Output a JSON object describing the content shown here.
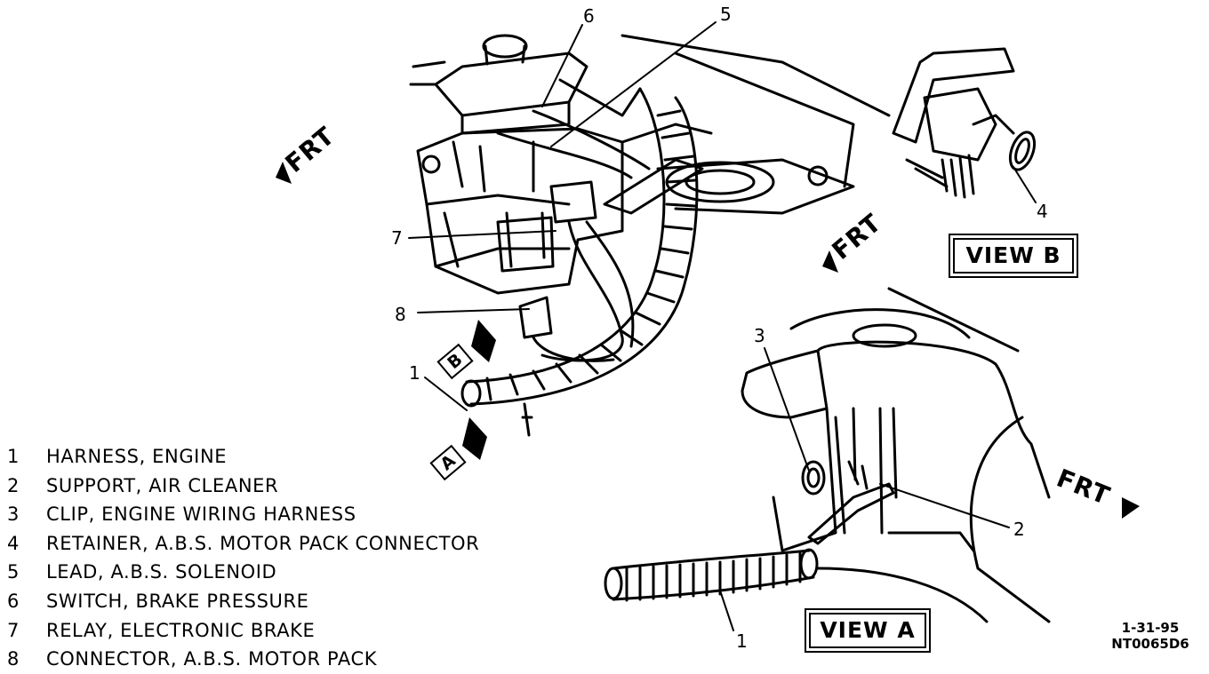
{
  "legend": [
    {
      "num": "1",
      "text": "HARNESS, ENGINE"
    },
    {
      "num": "2",
      "text": "SUPPORT, AIR CLEANER"
    },
    {
      "num": "3",
      "text": "CLIP, ENGINE WIRING HARNESS"
    },
    {
      "num": "4",
      "text": "RETAINER, A.B.S. MOTOR PACK CONNECTOR"
    },
    {
      "num": "5",
      "text": "LEAD, A.B.S. SOLENOID"
    },
    {
      "num": "6",
      "text": "SWITCH, BRAKE PRESSURE"
    },
    {
      "num": "7",
      "text": "RELAY, ELECTRONIC BRAKE"
    },
    {
      "num": "8",
      "text": "CONNECTOR, A.B.S. MOTOR PACK"
    }
  ],
  "callouts": {
    "c1": "1",
    "c1b": "1",
    "c2": "2",
    "c3": "3",
    "c4": "4",
    "c5": "5",
    "c6": "6",
    "c7": "7",
    "c8": "8"
  },
  "view_tags": {
    "a": "A",
    "b": "B"
  },
  "view_labels": {
    "view_a": "VIEW A",
    "view_b": "VIEW B"
  },
  "frt_label": "FRT",
  "figure_code": {
    "date": "1-31-95",
    "id": "NT0065D6"
  }
}
